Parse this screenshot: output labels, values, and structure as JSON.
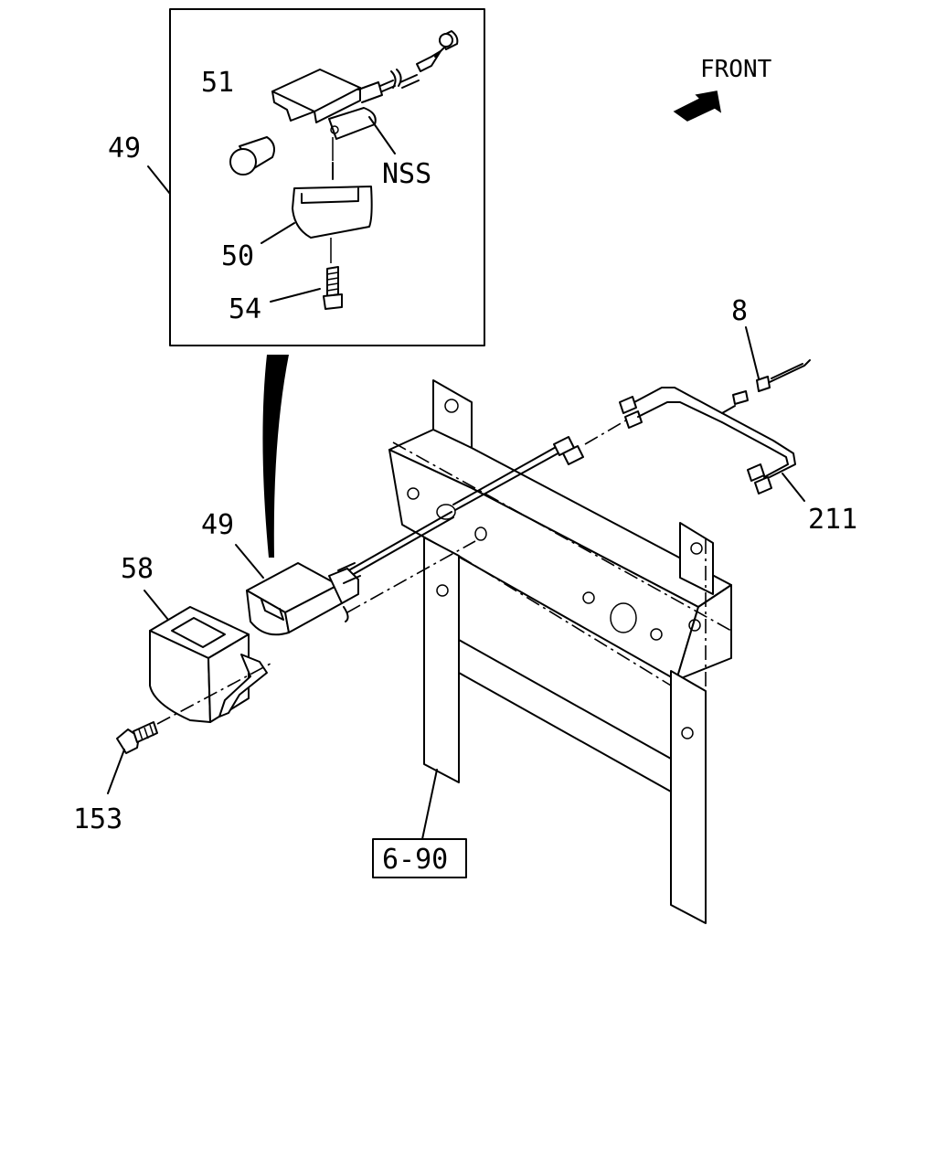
{
  "callouts": {
    "c49_inset": "49",
    "c51": "51",
    "c50": "50",
    "c54": "54",
    "nss": "NSS",
    "front": "FRONT",
    "c8": "8",
    "c211": "211",
    "c49_main": "49",
    "c58": "58",
    "c153": "153",
    "ref_690": "6-90"
  }
}
